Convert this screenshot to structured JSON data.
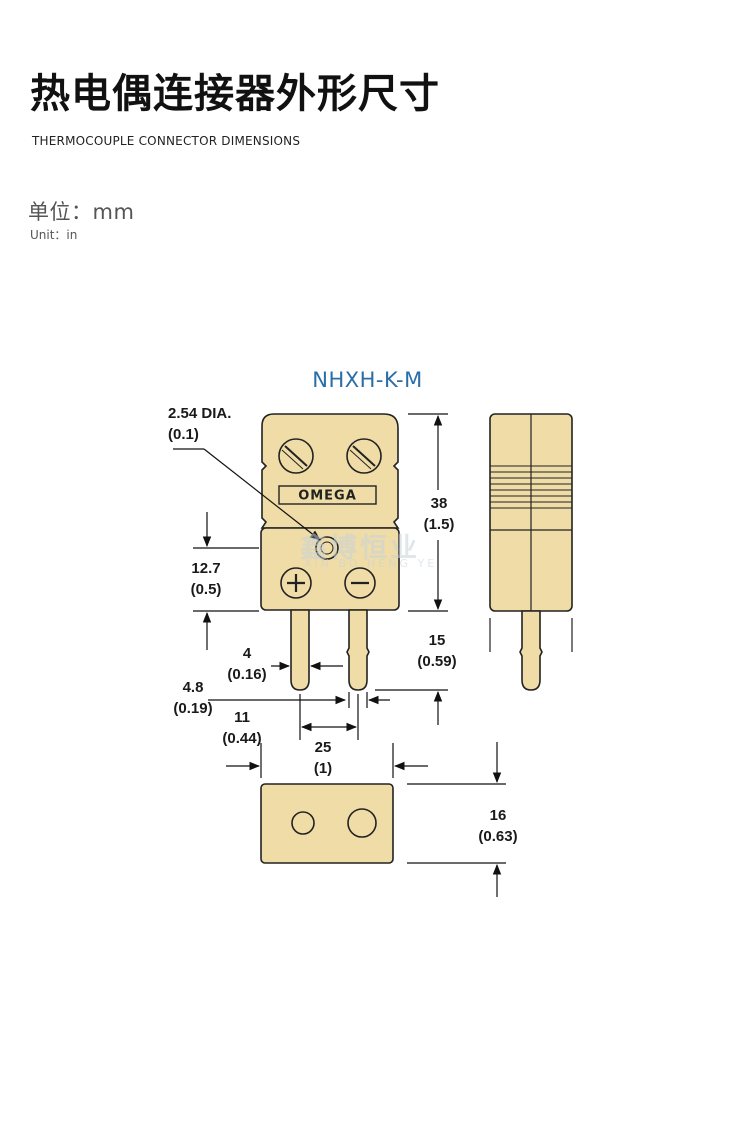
{
  "header": {
    "title": "热电偶连接器外形尺寸",
    "subtitle": "THERMOCOUPLE CONNECTOR DIMENSIONS",
    "unit_mm": "单位：mm",
    "unit_in": "Unit：in"
  },
  "diagram": {
    "model": "NHXH-K-M",
    "brand_label": "OMEGA",
    "colors": {
      "body": "#efdca6",
      "outline": "#222222",
      "model_text": "#2a6ea8"
    },
    "watermark": {
      "main": "鑫博恒业",
      "sub": "XIN BO HENG YE"
    },
    "dimensions": {
      "dia": {
        "mm": "2.54 DIA.",
        "in": "(0.1)"
      },
      "length": {
        "mm": "38",
        "in": "(1.5)"
      },
      "body": {
        "mm": "12.7",
        "in": "(0.5)"
      },
      "pin": {
        "mm": "15",
        "in": "(0.59)"
      },
      "pin_w": {
        "mm": "4",
        "in": "(0.16)"
      },
      "pin_gap": {
        "mm": "4.8",
        "in": "(0.19)"
      },
      "pitch": {
        "mm": "11",
        "in": "(0.44)"
      },
      "width": {
        "mm": "25",
        "in": "(1)"
      },
      "depth": {
        "mm": "16",
        "in": "(0.63)"
      }
    }
  }
}
